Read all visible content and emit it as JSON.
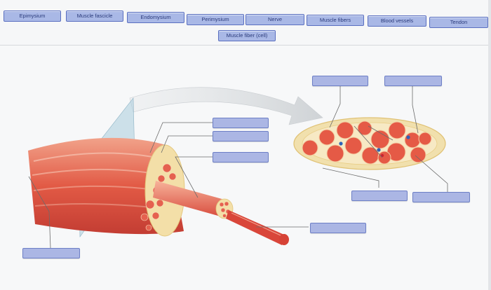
{
  "labels": [
    {
      "id": "epimysium",
      "text": "Epimysium"
    },
    {
      "id": "muscle-fascicle",
      "text": "Muscle fascicle"
    },
    {
      "id": "endomysium",
      "text": "Endomysium"
    },
    {
      "id": "perimysium",
      "text": "Perimysium"
    },
    {
      "id": "nerve",
      "text": "Nerve"
    },
    {
      "id": "muscle-fibers",
      "text": "Muscle fibers"
    },
    {
      "id": "blood-vessels",
      "text": "Blood vessels"
    },
    {
      "id": "tendon",
      "text": "Tendon"
    },
    {
      "id": "muscle-fiber-cell",
      "text": "Muscle fiber (cell)"
    }
  ],
  "colors": {
    "label_fill": "#a9b8e6",
    "label_border": "#5a6fc0",
    "muscle_red": "#e4574a",
    "connective": "#f3dfa8"
  }
}
